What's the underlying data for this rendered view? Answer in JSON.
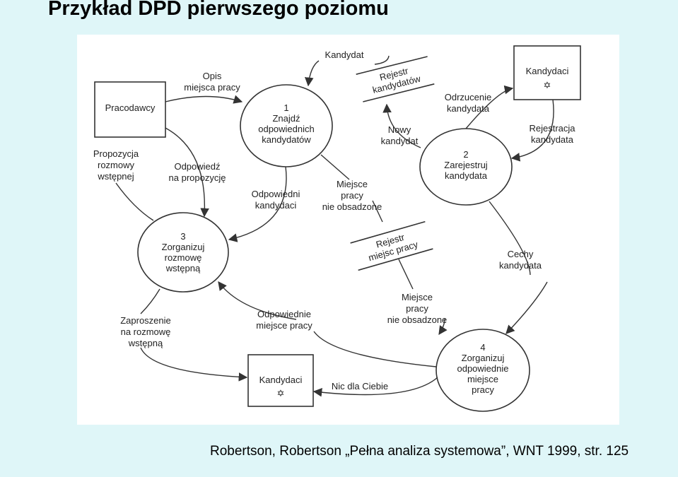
{
  "title": "Przykład DPD pierwszego poziomu",
  "citation": "Robertson, Robertson „Pełna analiza systemowa”, WNT 1999, str. 125",
  "entities": {
    "employers": "Pracodawcy",
    "candidates_top": "Kandydaci",
    "candidates_bottom": "Kandydaci",
    "star": "✡"
  },
  "processes": {
    "p1": [
      "1",
      "Znajdź",
      "odpowiednich",
      "kandydatów"
    ],
    "p2": [
      "2",
      "Zarejestruj",
      "kandydata"
    ],
    "p3": [
      "3",
      "Zorganizuj",
      "rozmowę",
      "wstępną"
    ],
    "p4": [
      "4",
      "Zorganizuj",
      "odpowiednie",
      "miejsce",
      "pracy"
    ]
  },
  "stores": {
    "candidate_register": [
      "Rejestr",
      "kandydatów"
    ],
    "jobs_register": [
      "Rejestr",
      "miejsc pracy"
    ]
  },
  "flows": {
    "kandydat": [
      "Kandydat"
    ],
    "opis_miejsca": [
      "Opis",
      "miejsca pracy"
    ],
    "propozycja": [
      "Propozycja",
      "rozmowy",
      "wstępnej"
    ],
    "odpowiedz": [
      "Odpowiedź",
      "na propozycję"
    ],
    "odpowiedni_kandydaci": [
      "Odpowiedni",
      "kandydaci"
    ],
    "miejsce_nieobsadzone_1": [
      "Miejsce",
      "pracy",
      "nie obsadzone"
    ],
    "odrzucenie": [
      "Odrzucenie",
      "kandydata"
    ],
    "rejestracja": [
      "Rejestracja",
      "kandydata"
    ],
    "nowy_kandydat": [
      "Nowy",
      "kandydat"
    ],
    "cechy": [
      "Cechy",
      "kandydata"
    ],
    "miejsce_nieobsadzone_2": [
      "Miejsce",
      "pracy",
      "nie obsadzone"
    ],
    "odpowiednie_miejsca": [
      "Odpowiednie",
      "miejsce pracy"
    ],
    "zaproszenie": [
      "Zaproszenie",
      "na rozmowę",
      "wstępną"
    ],
    "nic_dla_ciebie": [
      "Nic dla Ciebie"
    ]
  }
}
